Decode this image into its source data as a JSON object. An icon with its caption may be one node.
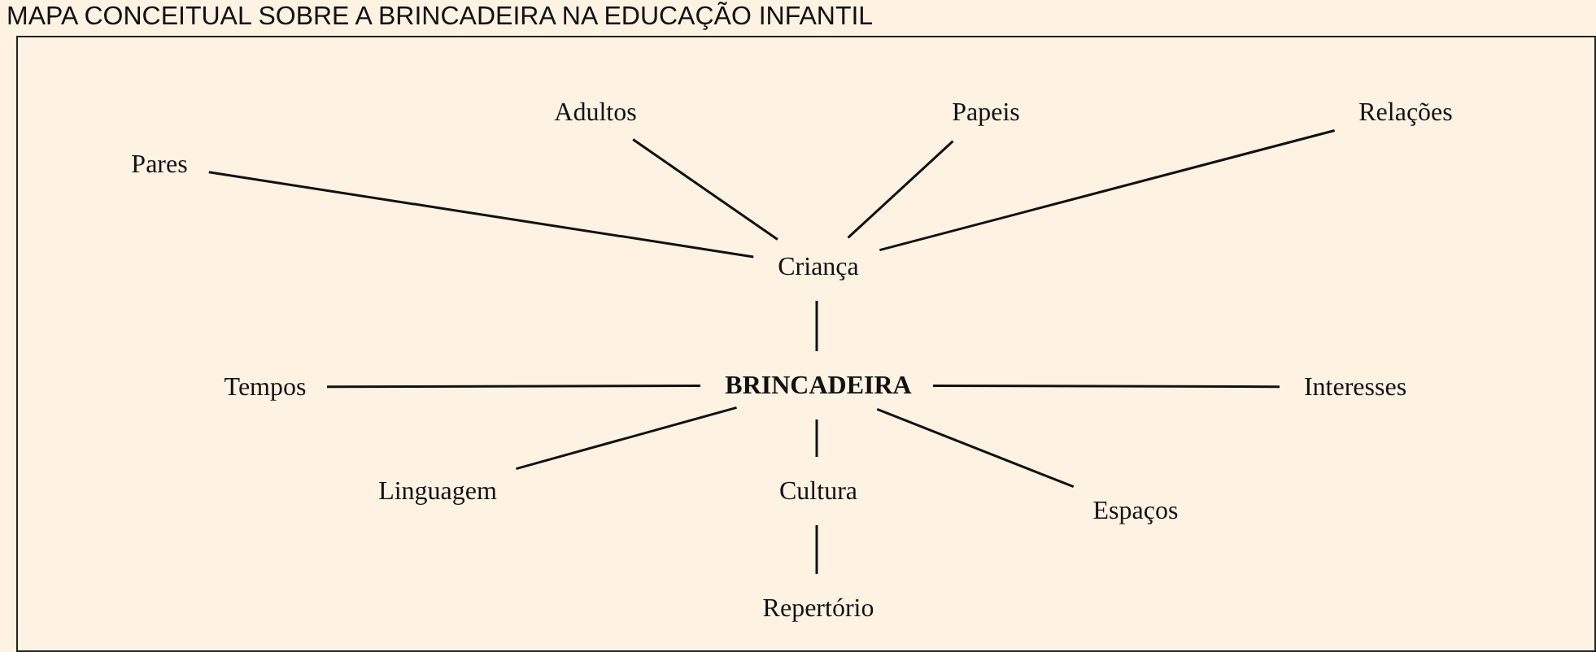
{
  "diagram": {
    "title": "MAPA CONCEITUAL SOBRE A BRINCADEIRA NA EDUCAÇÃO INFANTIL",
    "nodes": [
      {
        "text": [
          "Pares"
        ]
      },
      {
        "text": [
          "Adultos"
        ]
      },
      {
        "text": [
          "Papeis"
        ]
      },
      {
        "text": [
          "Relações"
        ]
      },
      {
        "text": [
          "Criança"
        ]
      },
      {
        "text": [
          "Tempos"
        ]
      },
      {
        "text": [
          "BRINCADEIRA"
        ]
      },
      {
        "text": [
          "Interesses"
        ]
      },
      {
        "text": [
          "Linguagem"
        ]
      },
      {
        "text": [
          "Cultura"
        ]
      },
      {
        "text": [
          "Espaços"
        ]
      },
      {
        "text": [
          "Repertório"
        ]
      }
    ],
    "edges": [
      {
        "from": 0,
        "to": 4,
        "arrow": "none"
      },
      {
        "from": 1,
        "to": 4,
        "arrow": "none"
      },
      {
        "from": 2,
        "to": 4,
        "arrow": "none"
      },
      {
        "from": 3,
        "to": 4,
        "arrow": "none"
      },
      {
        "from": 4,
        "to": 6,
        "arrow": "none"
      },
      {
        "from": 5,
        "to": 6,
        "arrow": "none"
      },
      {
        "from": 6,
        "to": 7,
        "arrow": "none"
      },
      {
        "from": 6,
        "to": 8,
        "arrow": "none"
      },
      {
        "from": 6,
        "to": 9,
        "arrow": "none"
      },
      {
        "from": 6,
        "to": 10,
        "arrow": "none"
      },
      {
        "from": 9,
        "to": 11,
        "arrow": "none"
      }
    ]
  }
}
